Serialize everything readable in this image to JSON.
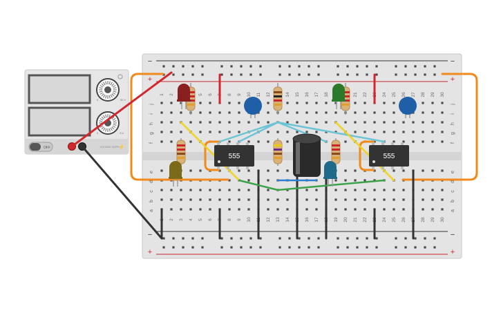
{
  "colors": {
    "board": "#e4e4e4",
    "board_center": "#d4d4d4",
    "hole": "#4a4a4a",
    "rail_red": "#c8262c",
    "rail_dark": "#333333",
    "wire_orange": "#f08a1c",
    "wire_red": "#d0282e",
    "wire_black": "#333333",
    "wire_yellow": "#f2d21a",
    "wire_cyan": "#6cc4d4",
    "wire_green": "#3aa34a",
    "wire_blue": "#2c7fd0",
    "chip": "#333333",
    "cap_blue": "#1f5fa8",
    "led_red": "#8a1f1f",
    "led_green": "#2a7a2a",
    "led_yellow": "#7a6a1a",
    "led_teal": "#1f6a8a",
    "supply_body": "#e6e6e6",
    "supply_screen": "#d8d8d8"
  },
  "power_supply": {
    "switch_label": "OFF",
    "voltage_knob_label": "30 V",
    "current_knob_label": "5 A",
    "knob_zero": "0",
    "brand": "VOLTAGE SUPPLY"
  },
  "breadboard": {
    "columns": [
      "1",
      "2",
      "3",
      "4",
      "5",
      "6",
      "7",
      "8",
      "9",
      "10",
      "11",
      "12",
      "13",
      "14",
      "15",
      "16",
      "17",
      "18",
      "19",
      "20",
      "21",
      "22",
      "23",
      "24",
      "25",
      "26",
      "27",
      "28",
      "29",
      "30"
    ],
    "rows_top": [
      "j",
      "i",
      "h",
      "g",
      "f"
    ],
    "rows_bottom": [
      "e",
      "d",
      "c",
      "b",
      "a"
    ],
    "rail_minus": "−",
    "rail_plus": "+"
  },
  "chips": [
    {
      "label": "555"
    },
    {
      "label": "555"
    }
  ]
}
